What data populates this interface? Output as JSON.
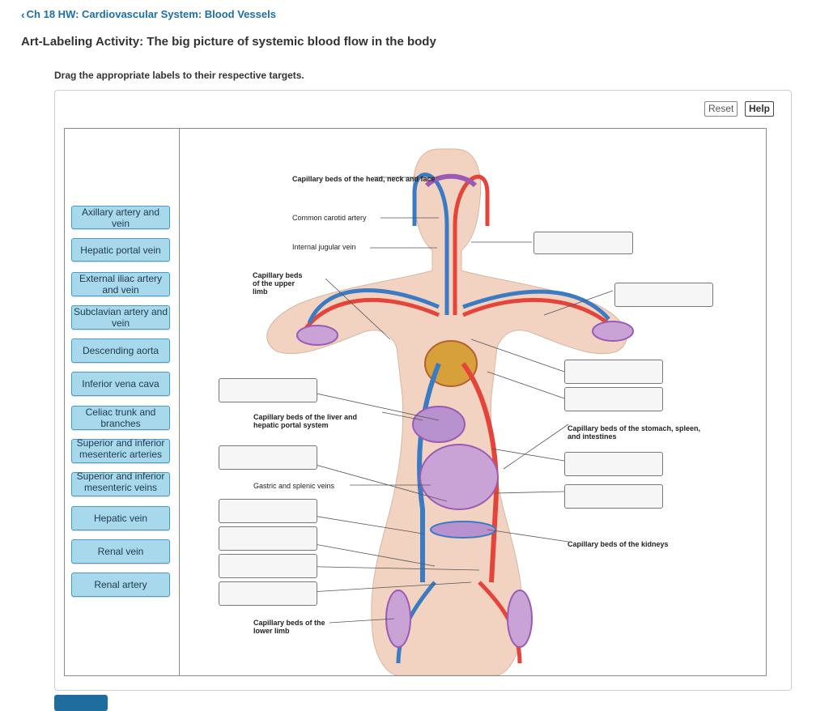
{
  "header": {
    "breadcrumb": "Ch 18 HW: Cardiovascular System: Blood Vessels",
    "title": "Art-Labeling Activity: The big picture of systemic blood flow in the body",
    "instructions": "Drag the appropriate labels to their respective targets."
  },
  "toolbar": {
    "reset_label": "Reset",
    "help_label": "Help"
  },
  "labels": [
    "Axillary artery and vein",
    "Hepatic portal vein",
    "External iliac artery and vein",
    "Subclavian artery and vein",
    "Descending aorta",
    "Inferior vena cava",
    "Celiac trunk and branches",
    "Superior and inferior mesenteric arteries",
    "Superior and inferior mesenteric veins",
    "Hepatic vein",
    "Renal vein",
    "Renal artery"
  ],
  "diagram": {
    "captions": {
      "head": "Capillary beds of the head, neck and face",
      "carotid": "Common carotid artery",
      "jugular": "Internal jugular vein",
      "upper_limb": "Capillary beds of the upper limb",
      "liver": "Capillary beds of the liver and hepatic portal system",
      "gastric": "Gastric and splenic veins",
      "stomach": "Capillary beds of the stomach, spleen, and intestines",
      "kidneys": "Capillary beds of the kidneys",
      "lower_limb": "Capillary beds of the lower limb"
    },
    "colors": {
      "artery": "#e5443a",
      "vein": "#3a7bc4",
      "capillary": "#9b5bb5",
      "skin": "#f2d2c0"
    }
  }
}
